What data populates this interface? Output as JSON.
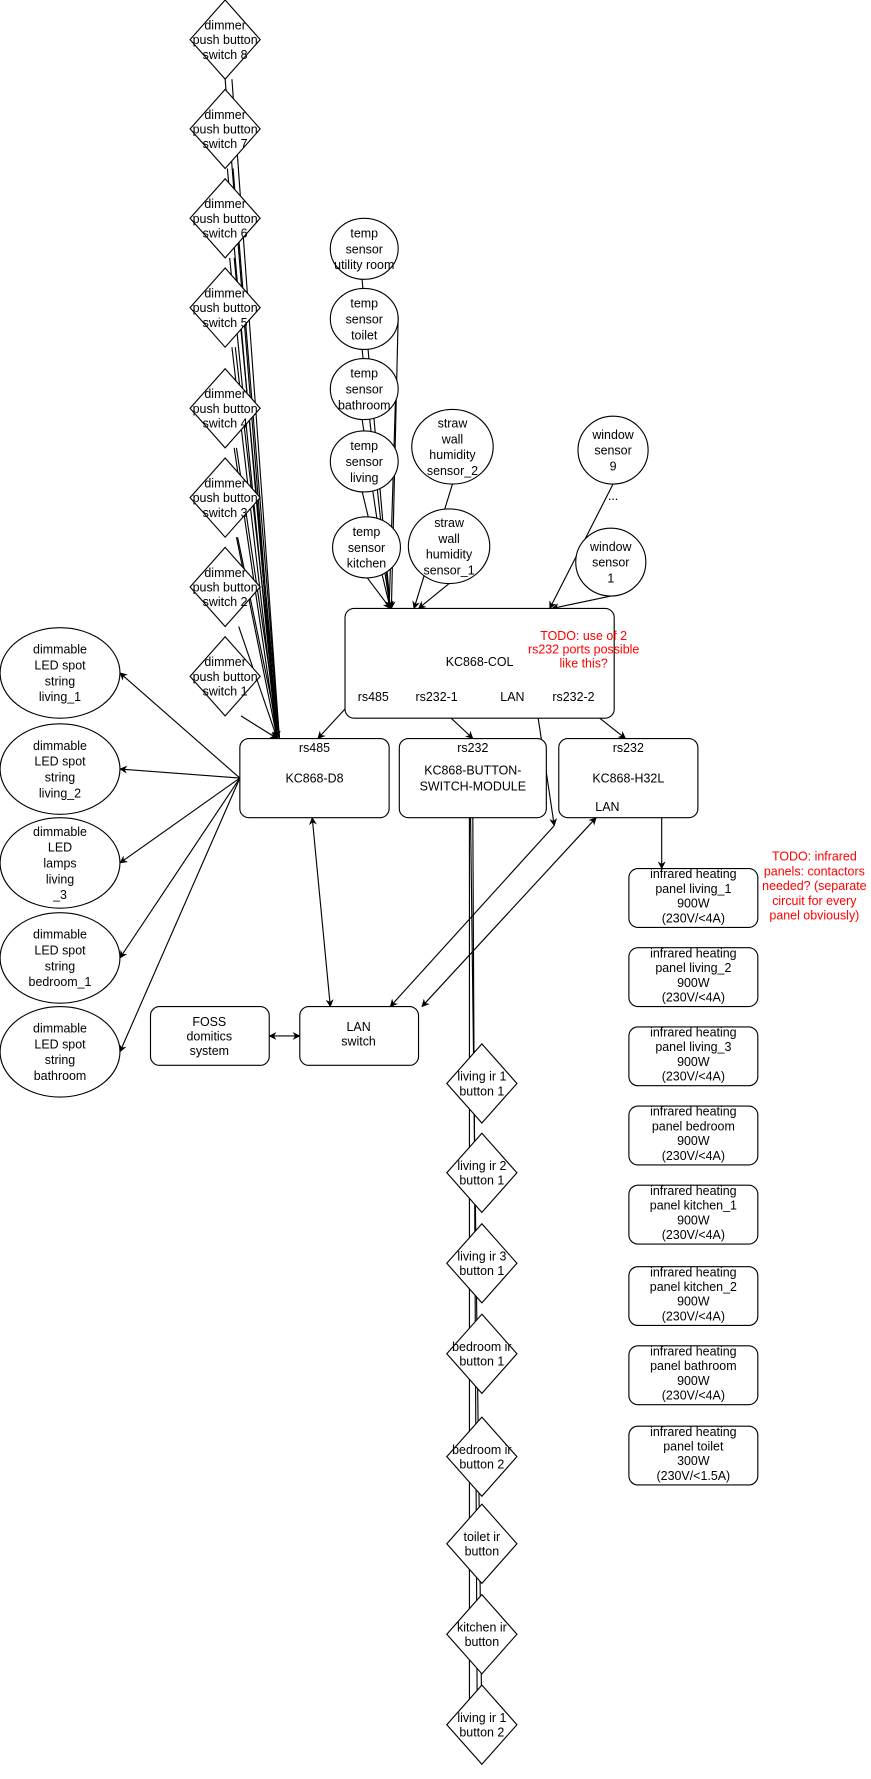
{
  "colors": {
    "todo": "#ff0000",
    "stroke": "#000000",
    "background": "#ffffff"
  },
  "dimmer_switches": [
    [
      "dimmer",
      "push button",
      "switch 8"
    ],
    [
      "dimmer",
      "push button",
      "switch 7"
    ],
    [
      "dimmer",
      "push button",
      "switch 6"
    ],
    [
      "dimmer",
      "push button",
      "switch 5"
    ],
    [
      "dimmer",
      "push button",
      "switch 4"
    ],
    [
      "dimmer",
      "push button",
      "switch 3"
    ],
    [
      "dimmer",
      "push button",
      "switch 2"
    ],
    [
      "dimmer",
      "push button",
      "switch 1"
    ]
  ],
  "temp_sensors": [
    [
      "temp",
      "sensor",
      "utility room"
    ],
    [
      "temp",
      "sensor",
      "toilet"
    ],
    [
      "temp",
      "sensor",
      "bathroom"
    ],
    [
      "temp",
      "sensor",
      "living"
    ],
    [
      "temp",
      "sensor",
      "kitchen"
    ]
  ],
  "humidity_sensors": [
    [
      "straw",
      "wall",
      "humidity",
      "sensor_2"
    ],
    [
      "straw",
      "wall",
      "humidity",
      "sensor_1"
    ]
  ],
  "window_sensors": [
    [
      "window",
      "sensor",
      "9"
    ],
    [
      "window",
      "sensor",
      "1"
    ]
  ],
  "window_ellipsis": "...",
  "controller": {
    "title": "KC868-COL",
    "ports": [
      "rs485",
      "rs232-1",
      "LAN",
      "rs232-2"
    ],
    "todo": [
      "TODO: use of 2",
      "rs232 ports possible",
      "like this?"
    ]
  },
  "modules": [
    {
      "port": "rs485",
      "title": [
        "KC868-D8"
      ]
    },
    {
      "port": "rs232",
      "title": [
        "KC868-BUTTON-",
        "SWITCH-MODULE"
      ]
    },
    {
      "port": "rs232",
      "title": [
        "KC868-H32L"
      ],
      "lan": "LAN"
    }
  ],
  "led_outputs": [
    [
      "dimmable",
      "LED spot",
      "string",
      "living_1"
    ],
    [
      "dimmable",
      "LED spot",
      "string",
      "living_2"
    ],
    [
      "dimmable",
      "LED",
      "lamps",
      "living",
      "_3"
    ],
    [
      "dimmable",
      "LED spot",
      "string",
      "bedroom_1"
    ],
    [
      "dimmable",
      "LED spot",
      "string",
      "bathroom"
    ]
  ],
  "foss_system": [
    "FOSS",
    "domitics",
    "system"
  ],
  "lan_switch": [
    "LAN",
    "switch"
  ],
  "ir_buttons": [
    [
      "living ir 1",
      "button 1"
    ],
    [
      "living ir 2",
      "button 1"
    ],
    [
      "living ir 3",
      "button 1"
    ],
    [
      "bedroom ir",
      "button 1"
    ],
    [
      "bedroom ir",
      "button 2"
    ],
    [
      "toilet ir",
      "button"
    ],
    [
      "kitchen ir",
      "button"
    ],
    [
      "living ir 1",
      "button 2"
    ]
  ],
  "heating_panels": [
    [
      "infrared heating",
      "panel living_1",
      "900W",
      "(230V/<4A)"
    ],
    [
      "infrared heating",
      "panel living_2",
      "900W",
      "(230V/<4A)"
    ],
    [
      "infrared heating",
      "panel living_3",
      "900W",
      "(230V/<4A)"
    ],
    [
      "infrared heating",
      "panel bedroom",
      "900W",
      "(230V/<4A)"
    ],
    [
      "infrared heating",
      "panel kitchen_1",
      "900W",
      "(230V/<4A)"
    ],
    [
      "infrared heating",
      "panel kitchen_2",
      "900W",
      "(230V/<4A)"
    ],
    [
      "infrared heating",
      "panel bathroom",
      "900W",
      "(230V/<4A)"
    ],
    [
      "infrared heating",
      "panel toilet",
      "300W",
      "(230V/<1.5A)"
    ]
  ],
  "heating_todo": [
    "TODO: infrared",
    "panels: contactors",
    "needed? (separate",
    "circuit for every",
    "panel obviously)"
  ]
}
